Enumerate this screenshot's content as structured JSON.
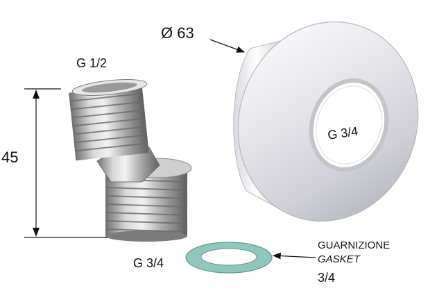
{
  "labels": {
    "diameter": "Ø 63",
    "top_thread": "G 1/2",
    "height": "45",
    "bottom_thread": "G 3/4",
    "rosette_thread": "G 3/4",
    "gasket_it": "GUARNIZIONE",
    "gasket_en": "GASKET",
    "gasket_size": "3/4"
  },
  "colors": {
    "metal_dark": "#6f6f6f",
    "metal_mid": "#b9b9b9",
    "metal_light": "#eeeeee",
    "chrome_light": "#f4f4f6",
    "chrome_shadow": "#a8a8b0",
    "gasket": "#8fc7bd",
    "gasket_edge": "#5e9b90"
  }
}
